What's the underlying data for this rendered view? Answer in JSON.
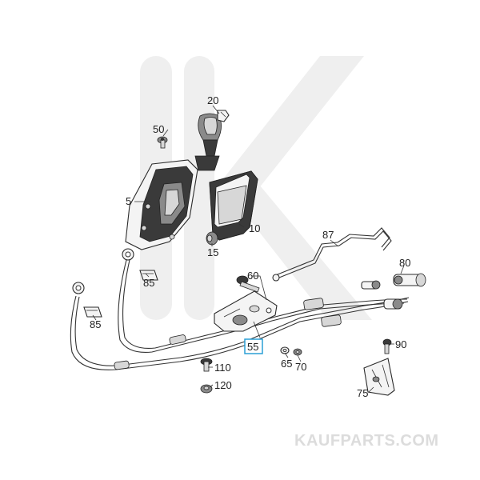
{
  "callouts": {
    "c20": "20",
    "c50": "50",
    "c5": "5",
    "c10": "10",
    "c15": "15",
    "c87": "87",
    "c80": "80",
    "c60": "60",
    "c85a": "85",
    "c85b": "85",
    "c55": "55",
    "c65": "65",
    "c70": "70",
    "c90": "90",
    "c110": "110",
    "c120": "120",
    "c75": "75"
  },
  "highlighted_callout": "55",
  "watermark": "KAUFPARTS.COM",
  "colors": {
    "highlight_border": "#2a9fd6",
    "watermark_logo": "#ededed",
    "watermark_text": "#dcdcdc",
    "line": "#333333"
  }
}
